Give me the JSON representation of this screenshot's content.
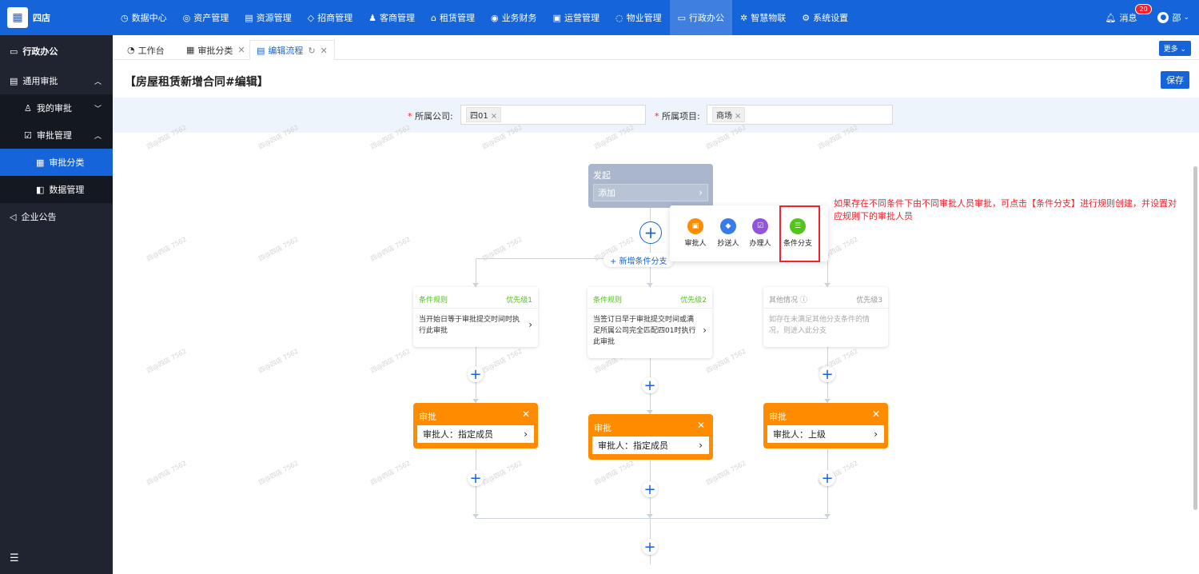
{
  "brand": {
    "name": "四店"
  },
  "nav": {
    "items": [
      {
        "icon": "◷",
        "label": "数据中心"
      },
      {
        "icon": "◎",
        "label": "资产管理"
      },
      {
        "icon": "▤",
        "label": "资源管理"
      },
      {
        "icon": "◇",
        "label": "招商管理"
      },
      {
        "icon": "♟",
        "label": "客商管理"
      },
      {
        "icon": "⌂",
        "label": "租赁管理"
      },
      {
        "icon": "◉",
        "label": "业务财务"
      },
      {
        "icon": "▣",
        "label": "运营管理"
      },
      {
        "icon": "◌",
        "label": "物业管理"
      },
      {
        "icon": "▭",
        "label": "行政办公"
      },
      {
        "icon": "✲",
        "label": "智慧物联"
      },
      {
        "icon": "⚙",
        "label": "系统设置"
      }
    ],
    "active_index": 9,
    "messages_label": "消息",
    "messages_count": "20",
    "user_label": "邵"
  },
  "sidebar": {
    "items": [
      {
        "label": "行政办公"
      },
      {
        "label": "通用审批"
      },
      {
        "label": "我的审批"
      },
      {
        "label": "审批管理"
      },
      {
        "label": "审批分类"
      },
      {
        "label": "数据管理"
      },
      {
        "label": "企业公告"
      }
    ]
  },
  "tabs": {
    "items": [
      {
        "label": "工作台"
      },
      {
        "label": "审批分类"
      },
      {
        "label": "编辑流程"
      }
    ],
    "more_label": "更多"
  },
  "page": {
    "title": "【房屋租赁新增合同#编辑】",
    "save_label": "保存"
  },
  "filters": {
    "company_label": "所属公司:",
    "company_tag": "四01",
    "project_label": "所属项目:",
    "project_tag": "商场"
  },
  "flow": {
    "start_title": "发起",
    "start_add": "添加",
    "add_condition": "+ 新增条件分支",
    "popup": [
      {
        "label": "审批人",
        "color": "#ff8c00"
      },
      {
        "label": "抄送人",
        "color": "#3a7bea"
      },
      {
        "label": "办理人",
        "color": "#9254de"
      },
      {
        "label": "条件分支",
        "color": "#52c41a"
      }
    ],
    "annotation": "如果存在不同条件下由不同审批人员审批，可点击【条件分支】进行规则创建，并设置对应规则下的审批人员",
    "conditions": [
      {
        "head": "条件规则",
        "priority": "优先级1",
        "body": "当开始日等于审批提交时间时执行此审批"
      },
      {
        "head": "条件规则",
        "priority": "优先级2",
        "body": "当签订日早于审批提交时间或满足所属公司完全匹配四01时执行此审批"
      },
      {
        "head": "其他情况 ⓘ",
        "priority": "优先级3",
        "body": "如存在未满足其他分支条件的情况，则进入此分支"
      }
    ],
    "approvals": [
      {
        "title": "审批",
        "body": "审批人：指定成员"
      },
      {
        "title": "审批",
        "body": "审批人：指定成员"
      },
      {
        "title": "审批",
        "body": "审批人：上级"
      }
    ],
    "watermark": "四@四店 7562"
  }
}
